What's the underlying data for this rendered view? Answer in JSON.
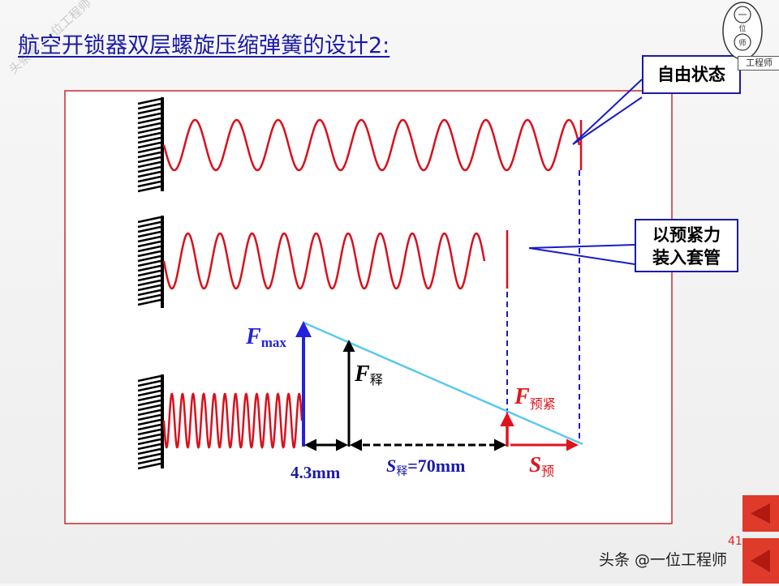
{
  "slide": {
    "title": "航空开锁器双层螺旋压缩弹簧的设计2:",
    "page_number": "41",
    "footer_credit": "头条 @一位工程师",
    "watermark": "头条号: 一位工程师"
  },
  "logo": {
    "caption": "工程师",
    "top_char": "一",
    "mid_char": "位",
    "bottom_char": "师"
  },
  "callouts": {
    "free_state": "自由状态",
    "preload_line1": "以预紧力",
    "preload_line2": "装入套管"
  },
  "force_labels": {
    "fmax_main": "F",
    "fmax_sub": "max",
    "frelease_main": "F",
    "frelease_sub": "释",
    "fpre_main": "F",
    "fpre_sub": "预紧"
  },
  "dimension_labels": {
    "offset": "4.3mm",
    "s_release_main": "S",
    "s_release_sub": "释",
    "s_release_value": "=70mm",
    "s_pre_main": "S",
    "s_pre_sub": "预"
  },
  "colors": {
    "spring": "#d8101c",
    "title": "#1a1aa8",
    "force_line": "#57c8f0",
    "fmax_arrow": "#2222dd",
    "dashed_guides": "#1a1ac8",
    "preload": "#e0141c",
    "frame": "#c8282e",
    "nav": "#e03a2a"
  },
  "nav": {
    "prev_icon": "triangle-left-icon",
    "next_icon": "triangle-left-icon"
  }
}
